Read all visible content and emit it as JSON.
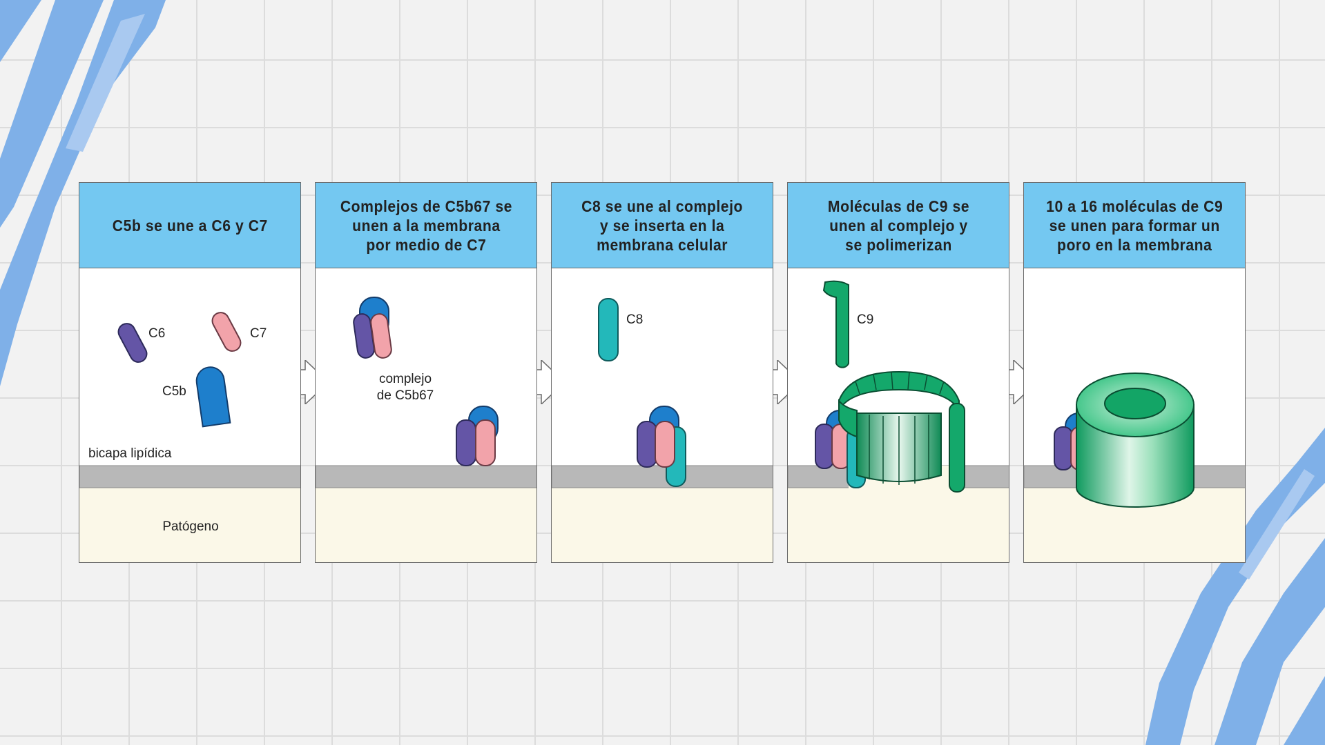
{
  "panels": [
    {
      "title": "C5b se une a C6 y C7",
      "labels": {
        "c6": "C6",
        "c7": "C7",
        "c5b": "C5b",
        "bilayer": "bicapa lipídica",
        "pathogen": "Patógeno"
      }
    },
    {
      "title": "Complejos de C5b67 se\nunen a la membrana\npor medio de C7",
      "labels": {
        "complex_line1": "complejo",
        "complex_line2": "de C5b67"
      }
    },
    {
      "title": "C8 se une al complejo\ny se inserta en la\nmembrana celular",
      "labels": {
        "c8": "C8"
      }
    },
    {
      "title": "Moléculas de C9 se\nunen al complejo y\nse polimerizan",
      "labels": {
        "c9": "C9"
      }
    },
    {
      "title": "10 a 16 moléculas de C9\nse unen para formar un\nporo en la membrana",
      "labels": {}
    }
  ],
  "colors": {
    "header": "#74c8f1",
    "c5b": "#1e7fcc",
    "c6": "#6455a6",
    "c7": "#f2a3aa",
    "c8": "#23b8ba",
    "c9": "#14a86b",
    "membrane": "#b8b8b8",
    "pathogen": "#fbf8e8",
    "decor_stroke": "#7fb0e8"
  }
}
